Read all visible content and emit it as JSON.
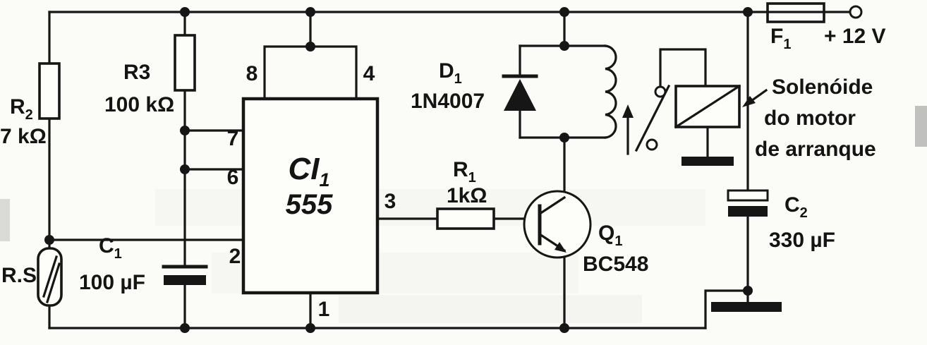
{
  "power": {
    "voltage": "+ 12 V"
  },
  "components": {
    "r2": {
      "name": "R",
      "sub": "2",
      "value": "7 kΩ"
    },
    "rs": {
      "name": "R.S"
    },
    "r3": {
      "name": "R3",
      "value": "100 kΩ"
    },
    "c1": {
      "name": "C",
      "sub": "1",
      "value": "100 µF"
    },
    "ic": {
      "name": "CI",
      "sub": "1",
      "part": "555",
      "pins": {
        "p1": "1",
        "p2": "2",
        "p3": "3",
        "p4": "4",
        "p6": "6",
        "p7": "7",
        "p8": "8"
      }
    },
    "r1": {
      "name": "R",
      "sub": "1",
      "value": "1kΩ"
    },
    "q1": {
      "name": "Q",
      "sub": "1",
      "part": "BC548"
    },
    "d1": {
      "name": "D",
      "sub": "1",
      "part": "1N4007"
    },
    "c2": {
      "name": "C",
      "sub": "2",
      "value": "330 µF"
    },
    "f1": {
      "name": "F",
      "sub": "1"
    },
    "solenoid": {
      "line1": "Solenóide",
      "line2": "do motor",
      "line3": "de arranque"
    }
  }
}
